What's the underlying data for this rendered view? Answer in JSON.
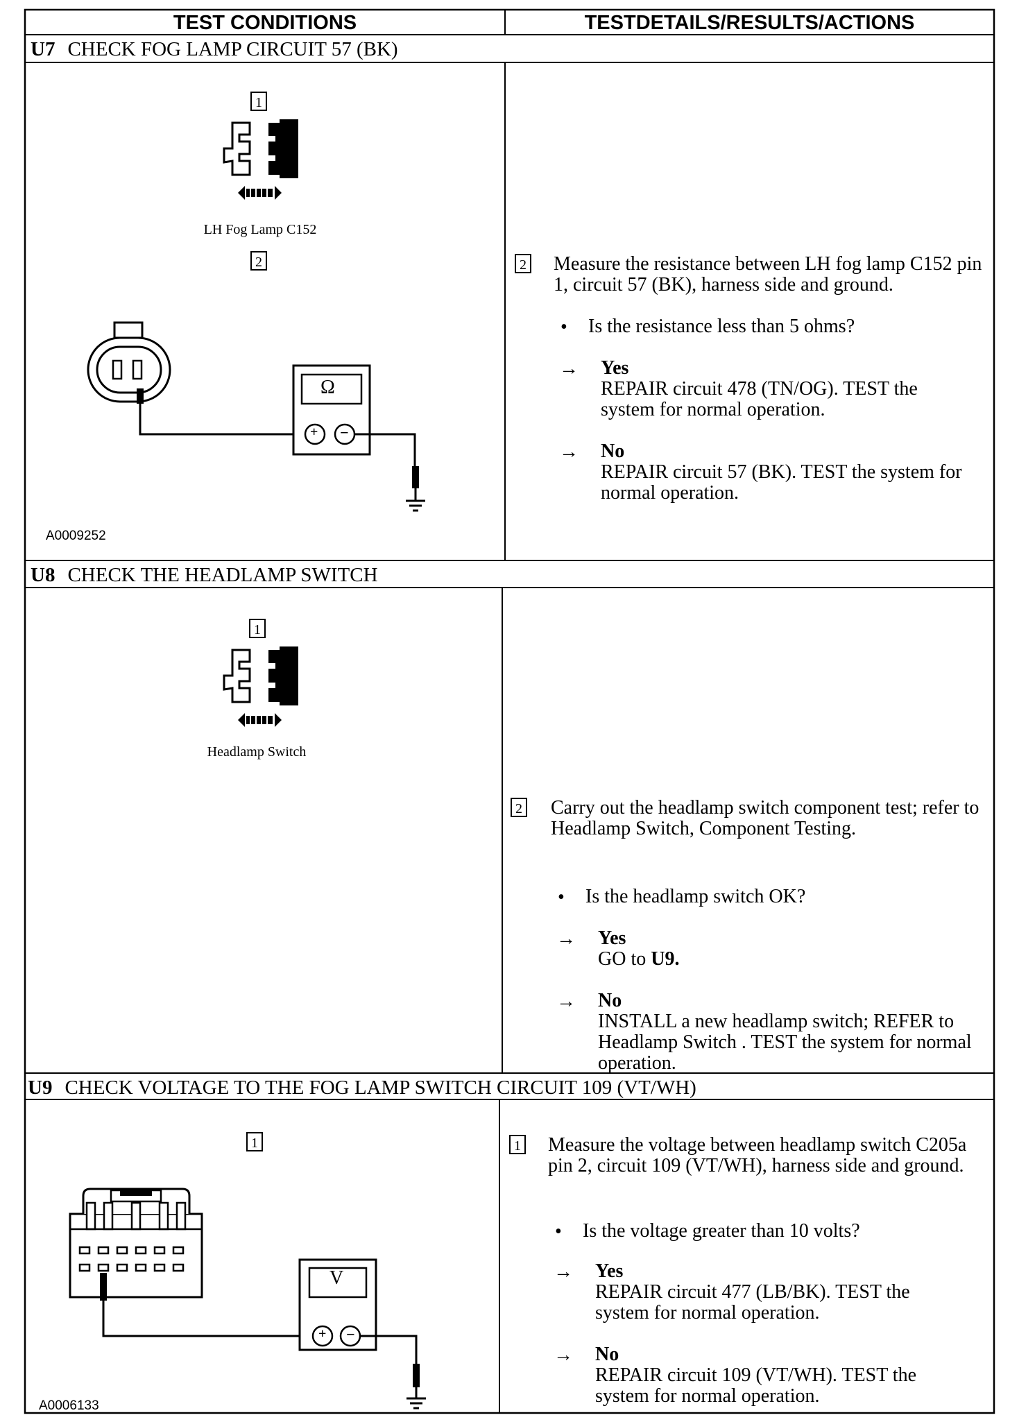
{
  "header": {
    "left": "TEST CONDITIONS",
    "right": "TESTDETAILS/RESULTS/ACTIONS"
  },
  "u7": {
    "id": "U7",
    "title": "CHECK FOG LAMP CIRCUIT 57 (BK)",
    "step_left_1": "1",
    "connector_caption": "LH Fog Lamp C152",
    "step_left_2": "2",
    "meter_symbol": "Ω",
    "figure_id": "A0009252",
    "step_right": "2",
    "instruction": "Measure the resistance between LH fog lamp C152 pin 1, circuit 57 (BK), harness side and ground.",
    "question": "Is the resistance less than 5 ohms?",
    "yes_label": "Yes",
    "yes_action": "REPAIR circuit 478 (TN/OG). TEST the system for normal operation.",
    "no_label": "No",
    "no_action": "REPAIR circuit 57 (BK). TEST the system for normal operation."
  },
  "u8": {
    "id": "U8",
    "title": "CHECK THE HEADLAMP SWITCH",
    "step_left_1": "1",
    "connector_caption": "Headlamp Switch",
    "step_right": "2",
    "instruction": "Carry out the headlamp switch component test; refer to Headlamp Switch, Component Testing.",
    "question": "Is the headlamp switch OK?",
    "yes_label": "Yes",
    "yes_action_prefix": "GO to ",
    "yes_action_target": "U9.",
    "no_label": "No",
    "no_action": "INSTALL a new headlamp switch; REFER to Headlamp Switch . TEST the system for normal operation."
  },
  "u9": {
    "id": "U9",
    "title": "CHECK VOLTAGE TO THE FOG LAMP SWITCH CIRCUIT 109 (VT/WH)",
    "step_left_1": "1",
    "meter_symbol": "V",
    "figure_id": "A0006133",
    "step_right": "1",
    "instruction": "Measure the voltage between headlamp switch C205a pin 2, circuit 109 (VT/WH), harness side and ground.",
    "question": "Is the voltage greater than 10 volts?",
    "yes_label": "Yes",
    "yes_action": "REPAIR circuit 477 (LB/BK). TEST the system for normal operation.",
    "no_label": "No",
    "no_action": "REPAIR circuit 109 (VT/WH). TEST the system for normal operation."
  },
  "symbols": {
    "bullet": "•",
    "arrow": "→",
    "plus": "+",
    "minus": "−"
  }
}
